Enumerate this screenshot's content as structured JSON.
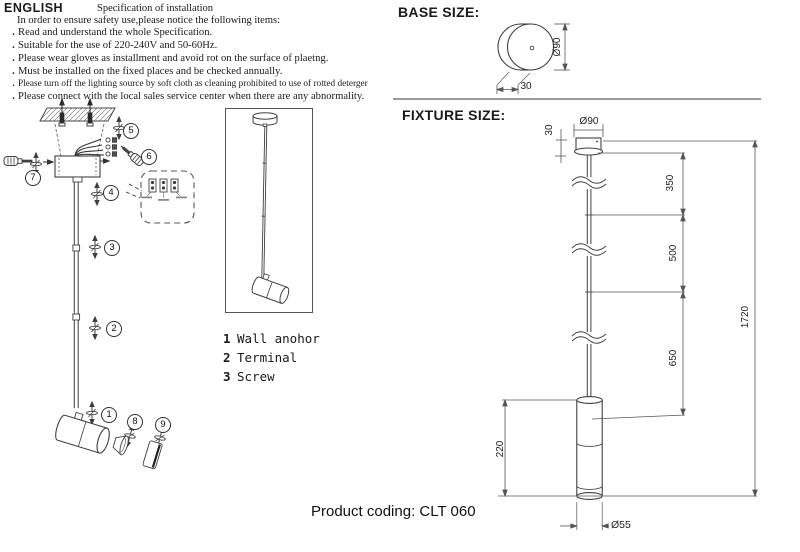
{
  "header": {
    "language": "ENGLISH",
    "doc_title": "Specification of installation",
    "intro": "In order to ensure safety use,please notice the following items:",
    "bullet_marker": ".",
    "bullets": [
      "Read and understand the whole Specification.",
      "Suitable for the use of 220-240V and 50-60Hz.",
      "Please wear gloves as installment and avoid rot on the surface of plaetng.",
      "Must be installed on the fixed places and be checked annually.",
      "Please turn off the lighting source by soft cloth as cleaning prohibited to use of rotted deterger",
      "Please connect with the local sales service center when there are any abnormality."
    ]
  },
  "install_diagram": {
    "callouts": {
      "c1": "1",
      "c2": "2",
      "c3": "3",
      "c4": "4",
      "c5": "5",
      "c6": "6",
      "c7": "7",
      "c8": "8",
      "c9": "9"
    }
  },
  "legend": {
    "items": [
      {
        "num": "1",
        "label": "Wall anohor"
      },
      {
        "num": "2",
        "label": "Terminal"
      },
      {
        "num": "3",
        "label": "Screw"
      }
    ]
  },
  "base_size": {
    "title": "BASE SIZE:",
    "diameter": "Ø90",
    "depth": "30"
  },
  "fixture_size": {
    "title": "FIXTURE SIZE:",
    "canopy_diameter": "Ø90",
    "canopy_height": "30",
    "segment_top": "350",
    "segment_middle": "500",
    "segment_bottom": "650",
    "overall_length": "1720",
    "head_height": "220",
    "head_diameter": "Ø55"
  },
  "footer": {
    "product_coding": "Product coding: CLT 060"
  },
  "colors": {
    "line": "#3f3f3f",
    "text": "#1a1a1a",
    "divider": "#9a9a9a"
  }
}
